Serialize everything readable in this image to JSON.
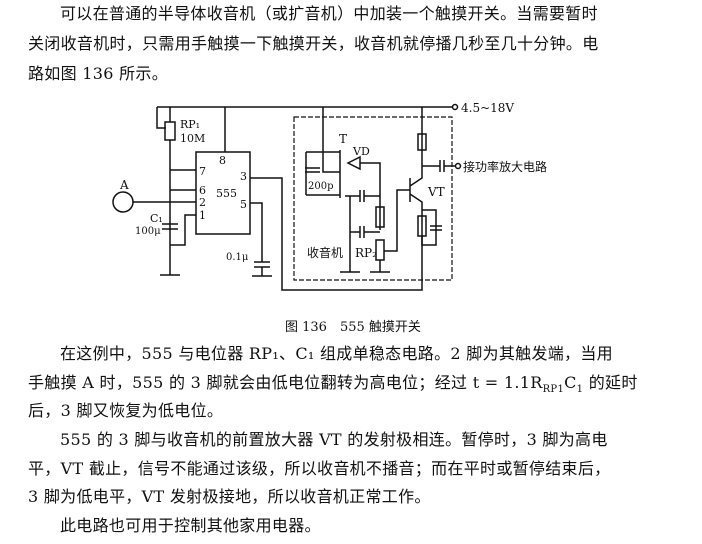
{
  "paragraphs": [
    [
      "可以在普通的半导体收音机（或扩音机）中加装一个触摸开关。当需要暂时",
      "关闭收音机时，只需用手触摸一下触摸开关，收音机就停播几秒至几十分钟。电",
      "路如图 136 所示。"
    ],
    [
      "在这例中，555 与电位器 RP₁、C₁ 组成单稳态电路。2 脚为其触发端，当用",
      "手触摸 A 时，555 的 3 脚就会由低电位翻转为高电位；经过 t = 1.1R",
      "后，3 脚又恢复为低电位。"
    ],
    [
      "555 的 3 脚与收音机的前置放大器 VT 的发射极相连。暂停时，3 脚为高电",
      "平，VT 截止，信号不能通过该级，所以收音机不播音；而在平时或暂停结束后，",
      "3 脚为低电平，VT 发射极接地，所以收音机正常工作。"
    ],
    [
      "此电路也可用于控制其他家用电器。"
    ]
  ],
  "formula_tail": {
    "sub": "RP1",
    "c": "C",
    "c_sub": "1",
    "rest": " 的延时"
  },
  "figure": {
    "caption": "图 136　555 触摸开关",
    "labels": {
      "supply": "4.5~18V",
      "rp1": "RP₁",
      "rp1_val": "10M",
      "ic": "555",
      "pin8": "8",
      "pin7": "7",
      "pin6": "6",
      "pin2": "2",
      "pin1": "1",
      "pin3": "3",
      "pin5": "5",
      "a": "A",
      "c1": "C₁",
      "c1_val": "100μ",
      "c_pin5": "0.1μ",
      "t": "T",
      "vd": "VD",
      "c200": "200p",
      "vt": "VT",
      "radio": "收音机",
      "rp2": "RP₂",
      "output": "接功率放大电路"
    }
  }
}
